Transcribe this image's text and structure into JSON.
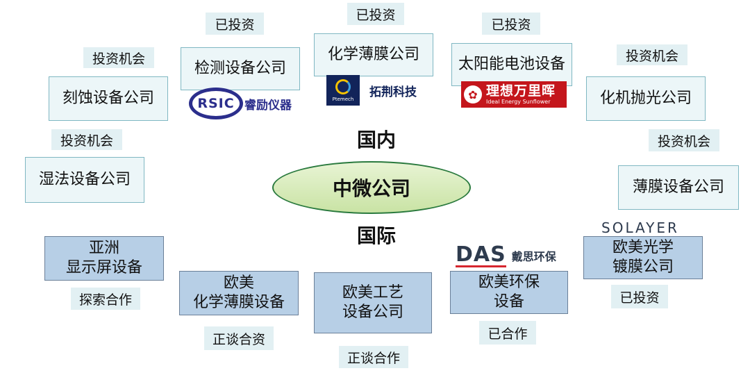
{
  "center": {
    "label": "中微公司",
    "domestic_label": "国内",
    "international_label": "国际"
  },
  "domestic": [
    {
      "id": "etch",
      "label": "刻蚀设备公司",
      "status": "投资机会"
    },
    {
      "id": "inspection",
      "label": "检测设备公司",
      "status": "已投资",
      "logo": {
        "mark": "RSIC",
        "text": "睿励仪器"
      }
    },
    {
      "id": "chem_film",
      "label": "化学薄膜公司",
      "status": "已投资",
      "logo": {
        "mark": "Ptemech",
        "text": "拓荆科技"
      }
    },
    {
      "id": "solar",
      "label": "太阳能电池设备",
      "status": "已投资",
      "logo": {
        "cn": "理想万里晖",
        "en": "Ideal Energy Sunflower"
      }
    },
    {
      "id": "cmp",
      "label": "化机抛光公司",
      "status": "投资机会"
    },
    {
      "id": "wet",
      "label": "湿法设备公司",
      "status": "投资机会"
    },
    {
      "id": "thin_film",
      "label": "薄膜设备公司",
      "status": "投资机会"
    }
  ],
  "international": [
    {
      "id": "asia_display",
      "label": "亚洲\n显示屏设备",
      "status": "探索合作"
    },
    {
      "id": "eu_chem_film",
      "label": "欧美\n化学薄膜设备",
      "status": "正谈合资"
    },
    {
      "id": "eu_process",
      "label": "欧美工艺\n设备公司",
      "status": "正谈合作"
    },
    {
      "id": "eu_env",
      "label": "欧美环保\n设备",
      "status": "已合作",
      "logo": {
        "mark": "DAS",
        "text": "戴思环保"
      }
    },
    {
      "id": "eu_optical",
      "label": "欧美光学\n镀膜公司",
      "status": "已投资",
      "logo": {
        "mark": "SOLAYER"
      }
    }
  ],
  "colors": {
    "domestic_box_bg": "#ecf6f8",
    "international_box_bg": "#b7cfe6",
    "tag_bg": "#e2f0f3",
    "ellipse_border": "#2a7a3e",
    "ellipse_fill": "#c9e3a4"
  }
}
